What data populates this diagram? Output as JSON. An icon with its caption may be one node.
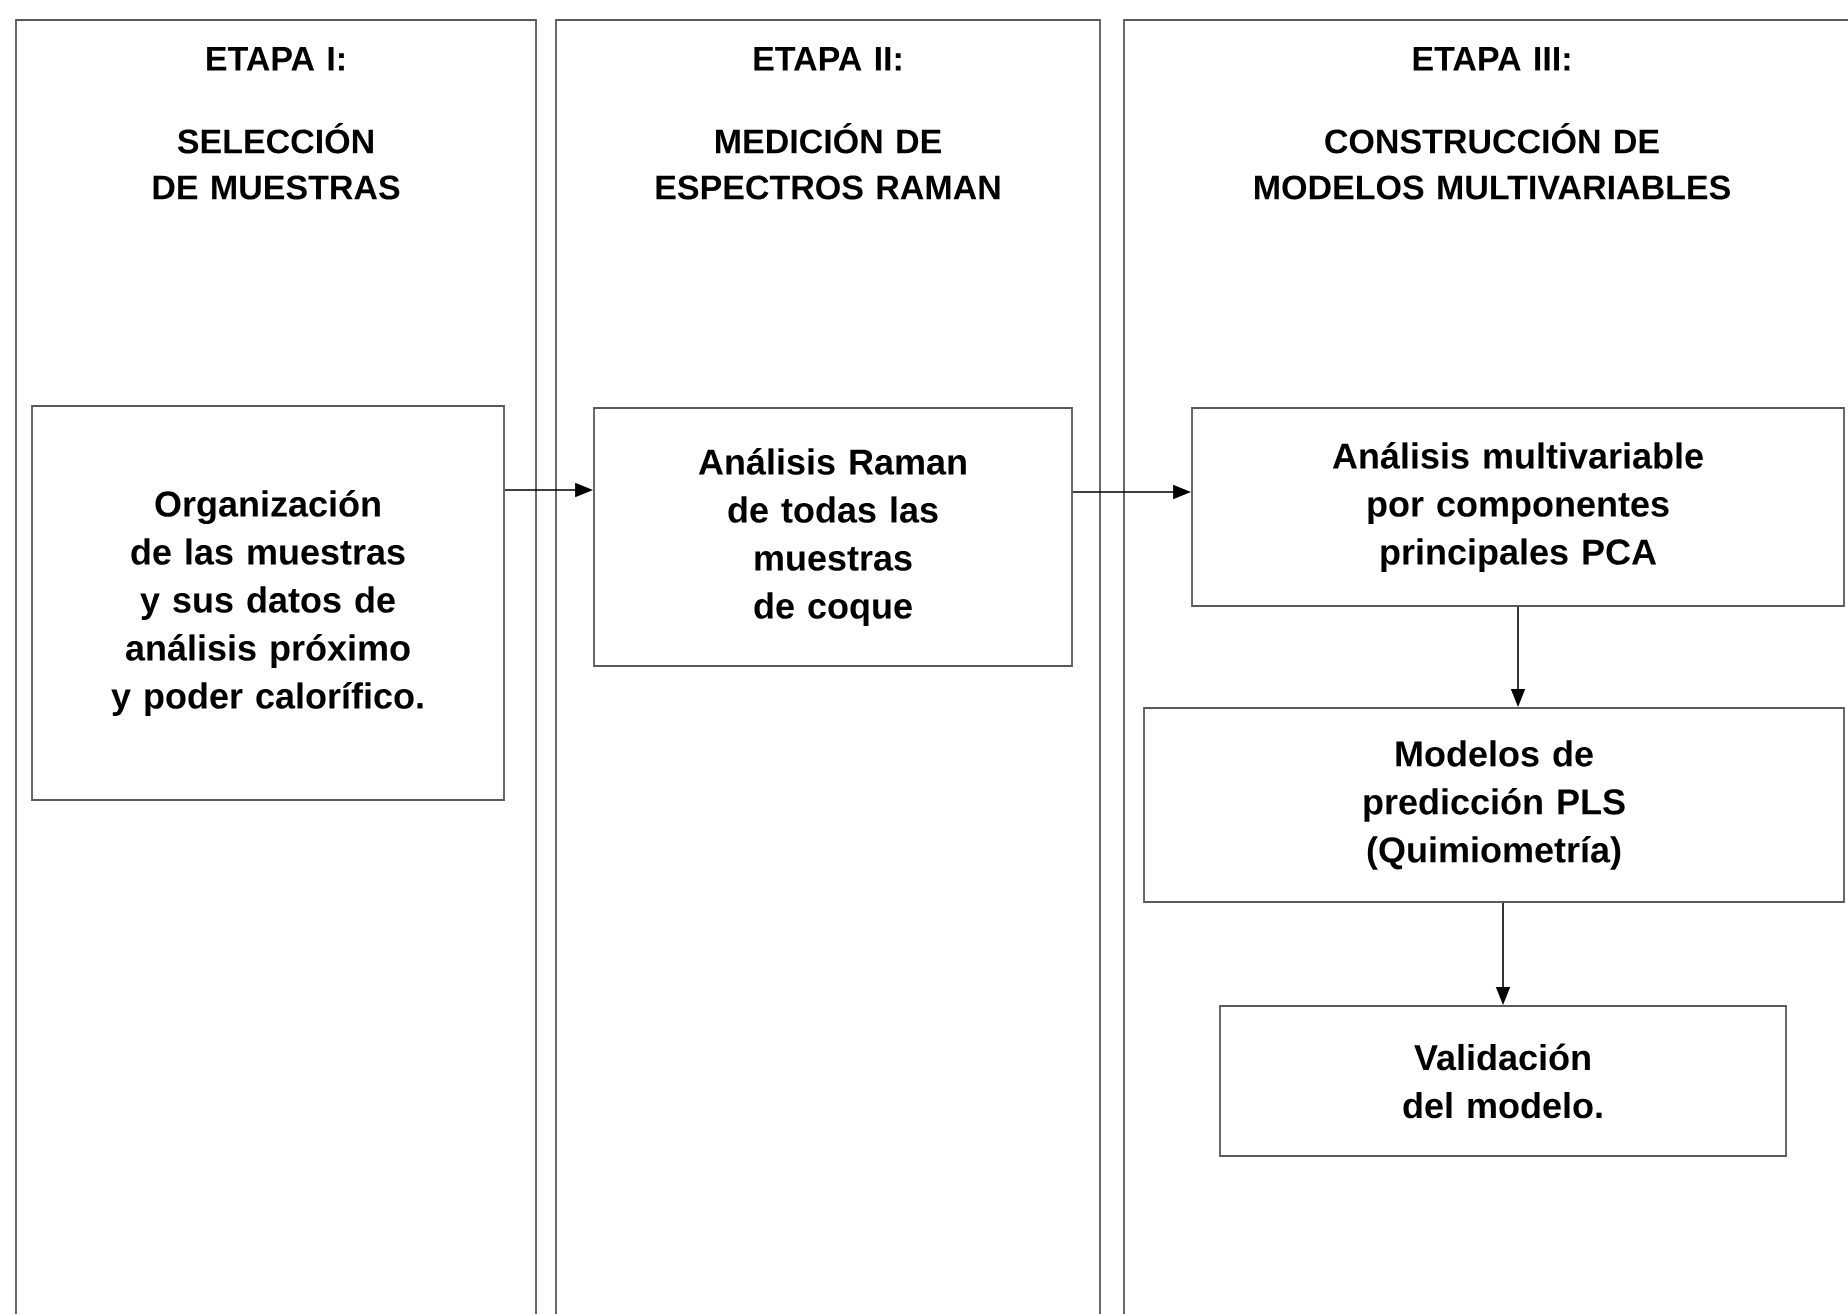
{
  "diagram": {
    "nodes": [
      {
        "text": [
          "ETAPA I:",
          "SELECCIÓN DE MUESTRAS"
        ]
      },
      {
        "text": [
          "Organización de las muestras y sus datos de análisis próximo y poder calorífico."
        ],
        "in": 0
      },
      {
        "text": [
          "ETAPA II:",
          "MEDICIÓN DE ESPECTROS RAMAN"
        ]
      },
      {
        "text": [
          "Análisis Raman de todas las muestras de coque"
        ],
        "in": 2
      },
      {
        "text": [
          "ETAPA III:",
          "CONSTRUCCIÓN DE MODELOS MULTIVARIABLES"
        ]
      },
      {
        "text": [
          "Análisis multivariable por componentes principales PCA"
        ],
        "in": 4
      },
      {
        "text": [
          "Modelos de predicción PLS (Quimiometría)"
        ],
        "in": 4
      },
      {
        "text": [
          "Validación del modelo."
        ],
        "in": 4
      }
    ],
    "edges": [
      {
        "from": 1,
        "to": 3,
        "arrow": "to"
      },
      {
        "from": 3,
        "to": 5,
        "arrow": "to"
      },
      {
        "from": 5,
        "to": 6,
        "arrow": "to"
      },
      {
        "from": 6,
        "to": 7,
        "arrow": "to"
      }
    ]
  }
}
